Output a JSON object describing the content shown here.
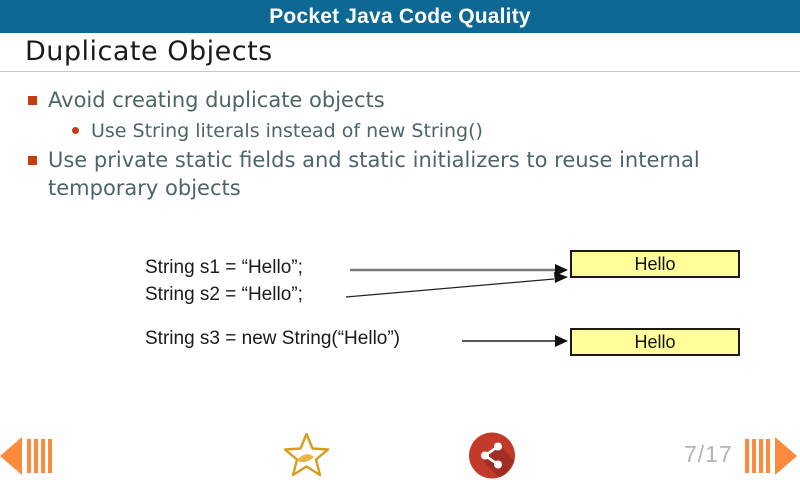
{
  "app_bar": {
    "title": "Pocket Java Code Quality"
  },
  "slide": {
    "title": "Duplicate Objects",
    "bullets": [
      {
        "level": 1,
        "text": "Avoid creating duplicate objects"
      },
      {
        "level": 2,
        "text": "Use String literals instead of new String()"
      },
      {
        "level": 1,
        "text": "Use private static fields and static initializers to reuse internal temporary objects"
      }
    ],
    "diagram": {
      "code_line_1": "String s1 = “Hello”;",
      "code_line_2": "String s2 = “Hello”;",
      "code_line_3": "String s3 = new String(“Hello”)",
      "box_1_label": "Hello",
      "box_2_label": "Hello"
    }
  },
  "footer": {
    "page_indicator": "7/17",
    "icons": {
      "previous": "orange-left-arrow",
      "favorite": "gold-star",
      "share": "red-share-circle",
      "next": "orange-right-arrow"
    }
  },
  "colors": {
    "app_bar_background": "#0e6894",
    "app_bar_text": "#ffffff",
    "bullet_text": "#4d6567",
    "bullet_marker": "#c43c10",
    "box_fill": "#ffff99",
    "nav_arrow_orange": "#fb8a3d",
    "share_red": "#c13a2a",
    "star_gold": "#d79c1e",
    "page_indicator_gray": "#b3b3b3"
  }
}
